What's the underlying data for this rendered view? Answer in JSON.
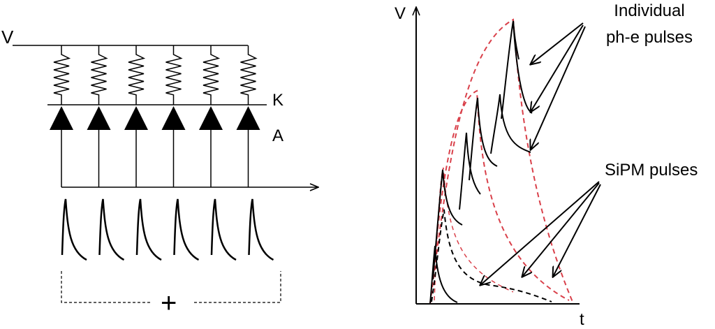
{
  "circuit": {
    "supply_label": "V",
    "cathode_label": "K",
    "anode_label": "A",
    "sum_label": "+",
    "pixel_count": 6
  },
  "plot": {
    "y_axis_label": "V",
    "x_axis_label": "t",
    "individual_label_line1": "Individual",
    "individual_label_line2": "ph-e pulses",
    "sipm_label": "SiPM pulses"
  },
  "colors": {
    "ink": "#000000",
    "envelope": "#d9404a"
  }
}
